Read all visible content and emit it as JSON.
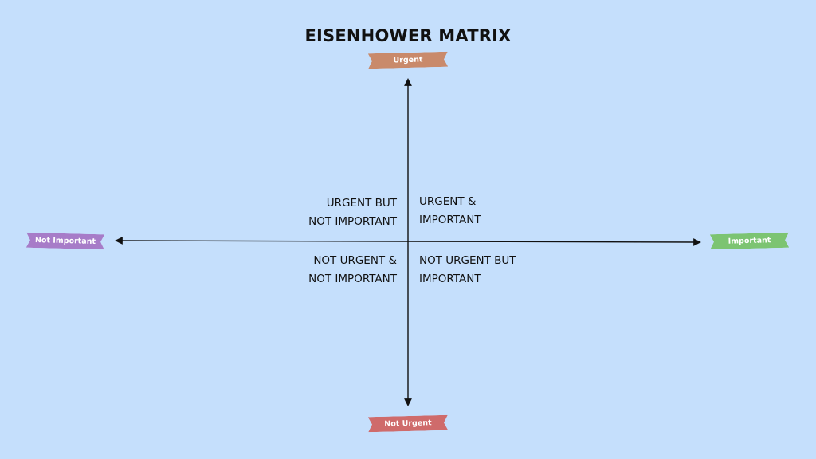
{
  "title": "EISENHOWER MATRIX",
  "axes": {
    "top": {
      "label": "Urgent",
      "color": "#c98a6b"
    },
    "bottom": {
      "label": "Not Urgent",
      "color": "#cf6b6b"
    },
    "left": {
      "label": "Not Important",
      "color": "#a77cc8"
    },
    "right": {
      "label": "Important",
      "color": "#7cc472"
    }
  },
  "quadrants": {
    "top_left": {
      "line1": "URGENT BUT",
      "line2": "NOT IMPORTANT"
    },
    "top_right": {
      "line1": "URGENT &",
      "line2": "IMPORTANT"
    },
    "bottom_left": {
      "line1": "NOT URGENT &",
      "line2": "NOT IMPORTANT"
    },
    "bottom_right": {
      "line1": "NOT URGENT BUT",
      "line2": "IMPORTANT"
    }
  },
  "colors": {
    "background": "#c5dffc",
    "axis_line": "#111111"
  }
}
